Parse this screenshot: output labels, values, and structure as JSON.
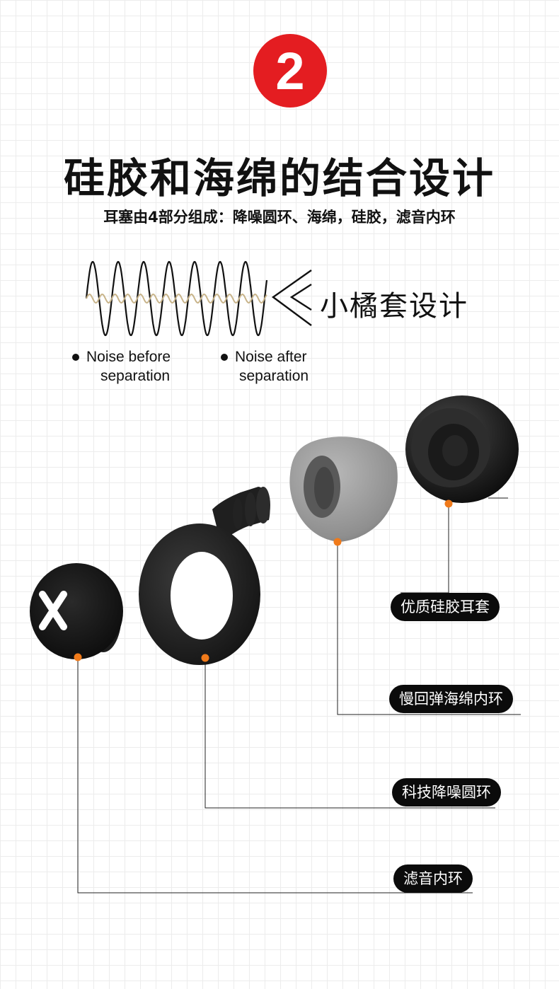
{
  "section_number": "2",
  "title": "硅胶和海绵的结合设计",
  "subtitle": "耳塞由4部分组成：降噪圆环、海绵，硅胶，滤音内环",
  "design_label": "小橘套设计",
  "legend": {
    "before_line1": "Noise before",
    "before_line2": "separation",
    "after_line1": "Noise after",
    "after_line2": "separation"
  },
  "parts": {
    "silicone_cap": "优质硅胶耳套",
    "foam_ring": "慢回弹海绵内环",
    "noise_ring": "科技降噪圆环",
    "filter_ring": "滤音内环"
  },
  "colors": {
    "badge": "#e41d21",
    "marker": "#f07a1a",
    "pill": "#0b0b0b"
  },
  "icons": {
    "filter_plug_mark": "x-mark-icon"
  }
}
